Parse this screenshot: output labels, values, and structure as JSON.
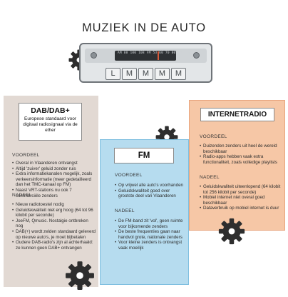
{
  "title": "MUZIEK IN DE AUTO",
  "radio": {
    "dial_scale": "AM 88 100 108  FM 53 60 70 80 100 140 160",
    "buttons": [
      "L",
      "M",
      "M",
      "M",
      "M"
    ]
  },
  "dab": {
    "title": "DAB/DAB+",
    "subtitle": "Europese standaard voor digitaal radiosignaal via de ether",
    "pros_head": "VOORDEEL",
    "pros": [
      "Overal in Vlaanderen ontvangst",
      "Altijd 'zuiver' geluid zonder ruis",
      "Extra informatiekanalen mogelijk, zoals verkeersinformatie (meer gedetailleerd dan het TMC-kanaal op FM)",
      "Naast VRT-stations nu ook 7 commerciële zenders"
    ],
    "cons_head": "NADEEL",
    "cons": [
      "Nieuw radiotoestel nodig",
      "Geluidskwaliteit niet erg hoog (64 tot 96 kilobit per seconde)",
      "JoeFM, Qmusic. Nostalgie ontbreken nog",
      "DAB(+) wordt zelden standaard geleverd op nieuwe auto's, je moet bijbetalen",
      "Oudere DAB-radio's zijn al achterhaald: ze kunnen geen DAB+ ontvangen"
    ]
  },
  "fm": {
    "title": "FM",
    "pros_head": "VOORDEEL",
    "pros": [
      "Op vrijwel alle auto's voorhanden",
      "Geluidskwaliteit goed over grootste deel van Vlaanderen"
    ],
    "cons_head": "NADEEL",
    "cons": [
      "De FM-band zit 'vol', geen ruimte voor bijkomende zenders",
      "De beste frequenties gaan naar handvol grote, nationale zenders",
      "Voor kleine zenders is ontvangst vaak moeilijk"
    ]
  },
  "internet": {
    "title": "INTERNETRADIO",
    "pros_head": "VOORDEEL",
    "pros": [
      "Duizenden zenders uit heel de wereld beschikbaar",
      "Radio-apps hebben vaak extra functionaliteit, zoals volledige playlists"
    ],
    "cons_head": "NADEEL",
    "cons": [
      "Geluidskwaliteit uiteenlopend (64 kilobit tot 256 kilobit per seconde)",
      "Mobiel internet niet overal goed beschikbaar",
      "Dataverbruik op mobiel internet is duur"
    ]
  },
  "colors": {
    "dab_card": "#e2d9d3",
    "fm_card": "#b6dcef",
    "internet_card": "#f6c7a6",
    "gear": "#2e2e2e"
  },
  "icons": [
    "gear-icon"
  ]
}
